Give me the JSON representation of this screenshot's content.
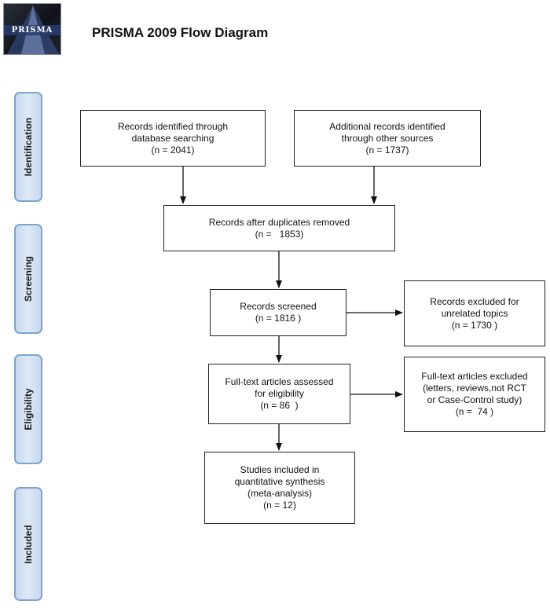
{
  "logo_text": "PRISMA",
  "title": "PRISMA 2009 Flow Diagram",
  "stages": {
    "identification": "Identification",
    "screening": "Screening",
    "eligibility": "Eligibility",
    "included": "Included"
  },
  "boxes": {
    "database": [
      "Records identified through",
      "database searching",
      "(n = 2041)"
    ],
    "other_sources": [
      "Additional records identified",
      "through other sources",
      "(n = 1737)"
    ],
    "duplicates_removed": [
      "Records after duplicates removed",
      "(n =   1853)"
    ],
    "screened": [
      "Records screened",
      "(n = 1816 )"
    ],
    "excluded_unrelated": [
      "Records excluded for",
      "unrelated topics",
      "(n = 1730 )"
    ],
    "fulltext_assessed": [
      "Full-text articles assessed",
      "for eligibility",
      "(n = 86  )"
    ],
    "fulltext_excluded": [
      "Full-text articles excluded",
      "(letters, reviews,not RCT",
      "or Case-Control study)",
      "(n =  74 )"
    ],
    "included": [
      "Studies included in",
      "quantitative synthesis",
      "(meta-analysis)",
      "(n = 12)"
    ]
  },
  "colors": {
    "stage_fill": "#c6d9ee",
    "stage_border": "#7fa3c9",
    "box_border": "#222222"
  }
}
